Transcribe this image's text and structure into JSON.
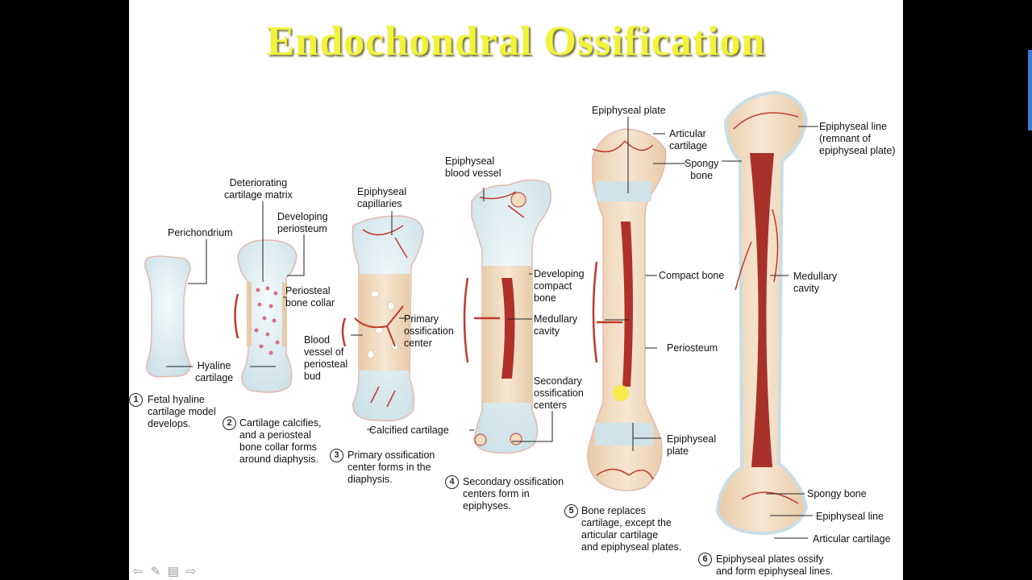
{
  "title": "Endochondral Ossification",
  "labels": {
    "perichondrium": "Perichondrium",
    "hyaline_cartilage": [
      "Hyaline",
      "cartilage"
    ],
    "deteriorating_matrix": [
      "Deteriorating",
      "cartilage matrix"
    ],
    "developing_periosteum": [
      "Developing",
      "periosteum"
    ],
    "periosteal_collar": [
      "Periosteal",
      "bone collar"
    ],
    "epiphyseal_capillaries": [
      "Epiphyseal",
      "capillaries"
    ],
    "blood_vessel_bud": [
      "Blood",
      "vessel of",
      "periosteal",
      "bud"
    ],
    "primary_center": [
      "Primary",
      "ossification",
      "center"
    ],
    "calcified_cartilage": "Calcified cartilage",
    "epiphyseal_blood_vessel": [
      "Epiphyseal",
      "blood vessel"
    ],
    "developing_compact": [
      "Developing",
      "compact",
      "bone"
    ],
    "medullary_cavity_4": [
      "Medullary",
      "cavity"
    ],
    "secondary_centers": [
      "Secondary",
      "ossification",
      "centers"
    ],
    "epiphyseal_plate_top": "Epiphyseal plate",
    "articular_cartilage_5": [
      "Articular",
      "cartilage"
    ],
    "spongy_bone_5": [
      "Spongy",
      "bone"
    ],
    "compact_bone": "Compact bone",
    "periosteum": "Periosteum",
    "epiphyseal_plate_5": [
      "Epiphyseal",
      "plate"
    ],
    "epiphyseal_line_top": [
      "Epiphyseal line",
      "(remnant of",
      "epiphyseal plate)"
    ],
    "medullary_cavity_6": [
      "Medullary",
      "cavity"
    ],
    "spongy_bone_6": "Spongy bone",
    "epiphyseal_line_6": "Epiphyseal line",
    "articular_cartilage_6": "Articular cartilage"
  },
  "steps": [
    {
      "num": "1",
      "lines": [
        "Fetal hyaline",
        "cartilage model",
        "develops."
      ]
    },
    {
      "num": "2",
      "lines": [
        "Cartilage calcifies,",
        "and a periosteal",
        "bone collar forms",
        "around diaphysis."
      ]
    },
    {
      "num": "3",
      "lines": [
        "Primary ossification",
        "center forms in the",
        "diaphysis."
      ]
    },
    {
      "num": "4",
      "lines": [
        "Secondary ossification",
        "centers form in",
        "epiphyses."
      ]
    },
    {
      "num": "5",
      "lines": [
        "Bone replaces",
        "cartilage, except the",
        "articular cartilage",
        "and epiphyseal plates."
      ]
    },
    {
      "num": "6",
      "lines": [
        "Epiphyseal plates ossify",
        "and form epiphyseal lines."
      ]
    }
  ],
  "colors": {
    "background": "#000000",
    "slide": "#ffffff",
    "title": "#f2f23a",
    "cartilage": "#d6e8ec",
    "bone": "#f1dcc0",
    "vessel": "#c0392b",
    "medullary": "#b0302a"
  },
  "nav_icons": [
    "arrow-left-icon",
    "pen-icon",
    "menu-icon",
    "arrow-right-icon"
  ]
}
